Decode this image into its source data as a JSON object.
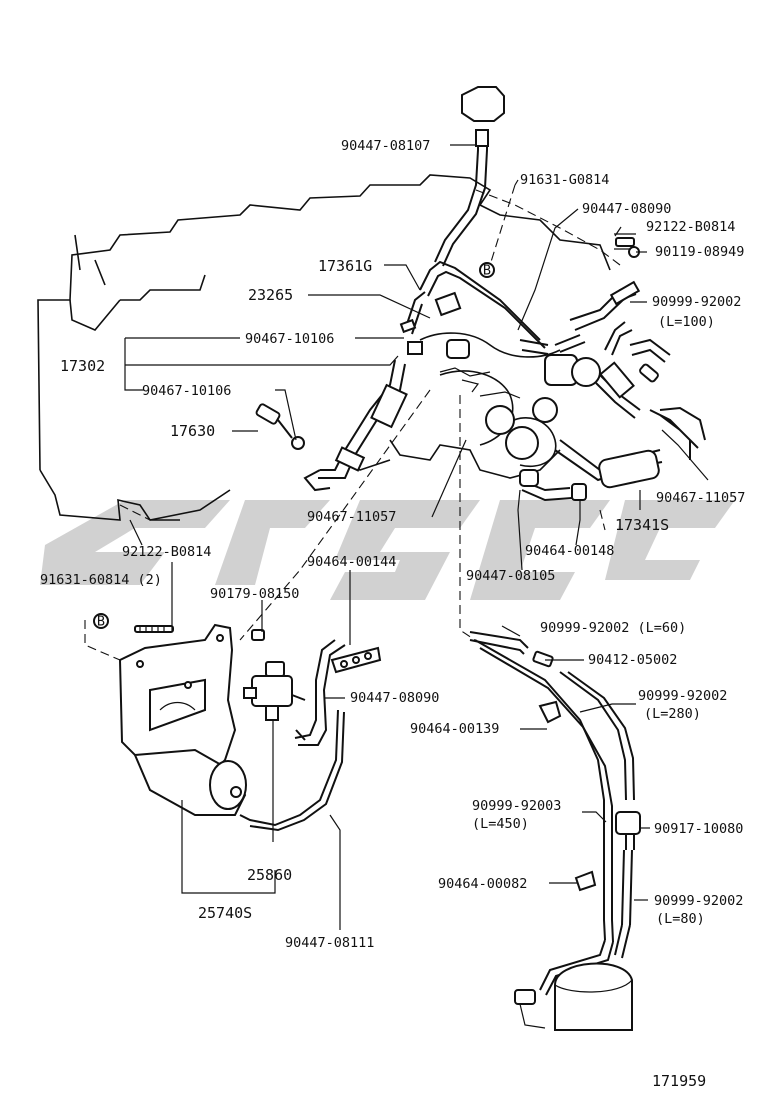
{
  "diagram_id": "171959",
  "ref_badge_letter": "B",
  "labels": {
    "p90447_08107": "90447-08107",
    "p91631_g0814": "91631-G0814",
    "p90447_08090_top": "90447-08090",
    "p92122_b0814_top": "92122-B0814",
    "p90119_08949": "90119-08949",
    "p17361g": "17361G",
    "p23265": "23265",
    "p90999_92002_a": "90999-92002",
    "l100": "(L=100)",
    "p90467_10106_a": "90467-10106",
    "p17302": "17302",
    "p90467_10106_b": "90467-10106",
    "p17630": "17630",
    "p90467_11057_right": "90467-11057",
    "p17341s": "17341S",
    "p90467_11057_left": "90467-11057",
    "p90464_00148": "90464-00148",
    "p90447_08105": "90447-08105",
    "p92122_b0814_left": "92122-B0814",
    "p91631_60814": "91631-60814 (2)",
    "p90464_00144": "90464-00144",
    "p90179_08150": "90179-08150",
    "p90999_92002_l60": "90999-92002 (L=60)",
    "p90412_05002": "90412-05002",
    "p90447_08090_mid": "90447-08090",
    "p90999_92002_b": "90999-92002",
    "l280": "(L=280)",
    "p90464_00139": "90464-00139",
    "p90999_92003": "90999-92003",
    "l450": "(L=450)",
    "p90917_10080": "90917-10080",
    "p25860": "25860",
    "p90464_00082": "90464-00082",
    "p90999_92002_c": "90999-92002",
    "l80": "(L=80)",
    "p25740s": "25740S",
    "p90447_08111": "90447-08111"
  }
}
